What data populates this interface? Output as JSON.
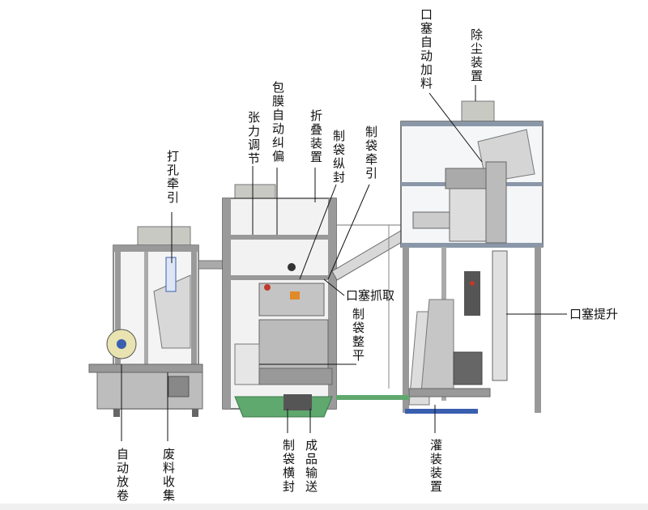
{
  "labels": {
    "punch_pull": "打孔牵引",
    "tension": "张力调节",
    "film_correction": "包膜自动纠偏",
    "folding": "折叠装置",
    "vertical_seal": "制袋纵封",
    "bag_pull": "制袋牵引",
    "plug_feeding": "口塞自动加料",
    "dust_removal": "除尘装置",
    "plug_grab": "口塞抓取",
    "bag_flatten": "制袋整平",
    "plug_lift": "口塞提升",
    "auto_unwind": "自动放卷",
    "waste_collect": "废料收集",
    "horizontal_seal": "制袋横封",
    "product_convey": "成品输送",
    "filling": "灌装装置"
  },
  "colors": {
    "frame": "#8a8a8a",
    "panel": "#c8c8c8",
    "accent_green": "#5fa86e",
    "accent_blue": "#3a5fb0",
    "accent_red": "#c0392b"
  }
}
